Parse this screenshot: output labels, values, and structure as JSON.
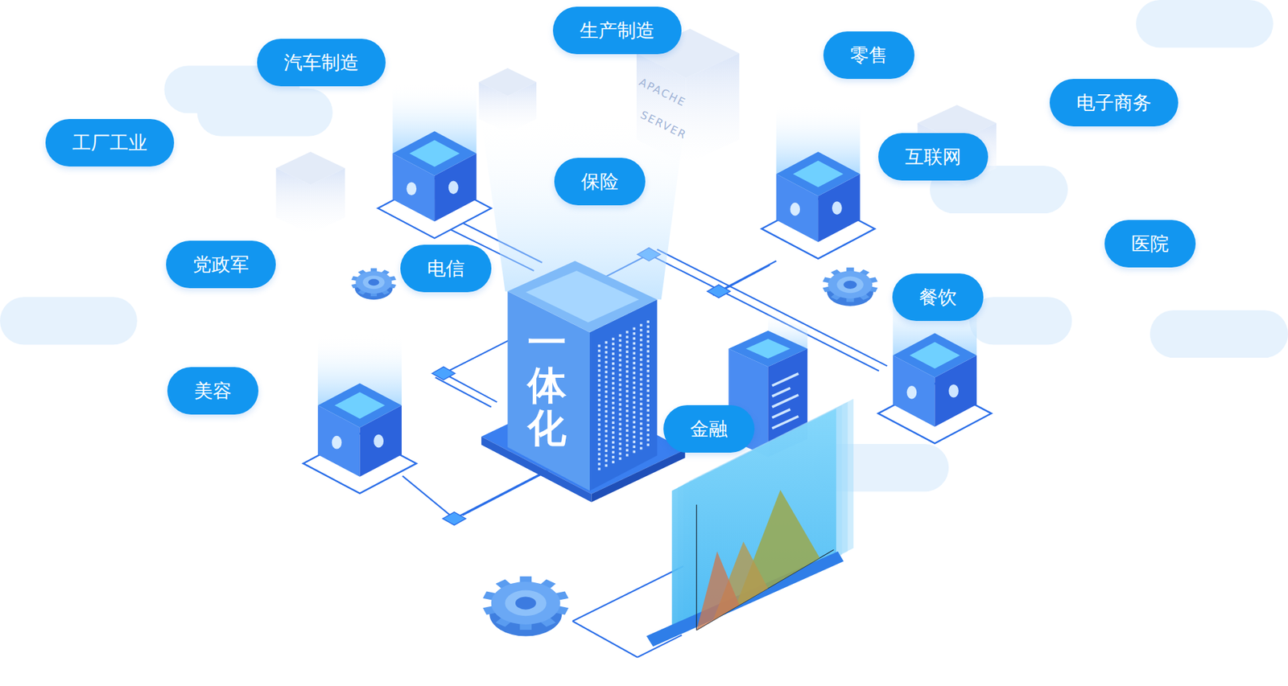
{
  "diagram": {
    "nodes": [
      {
        "text": [
          "生产制造"
        ]
      },
      {
        "text": [
          "零售"
        ]
      },
      {
        "text": [
          "汽车制造"
        ]
      },
      {
        "text": [
          "电子商务"
        ]
      },
      {
        "text": [
          "工厂工业"
        ]
      },
      {
        "text": [
          "互联网"
        ]
      },
      {
        "text": [
          "保险"
        ]
      },
      {
        "text": [
          "医院"
        ]
      },
      {
        "text": [
          "党政军"
        ]
      },
      {
        "text": [
          "电信"
        ]
      },
      {
        "text": [
          "餐饮"
        ]
      },
      {
        "text": [
          "一体化"
        ]
      },
      {
        "text": [
          "美容"
        ]
      },
      {
        "text": [
          "金融"
        ]
      }
    ],
    "labels": [
      "APACHE",
      "SERVER"
    ]
  }
}
